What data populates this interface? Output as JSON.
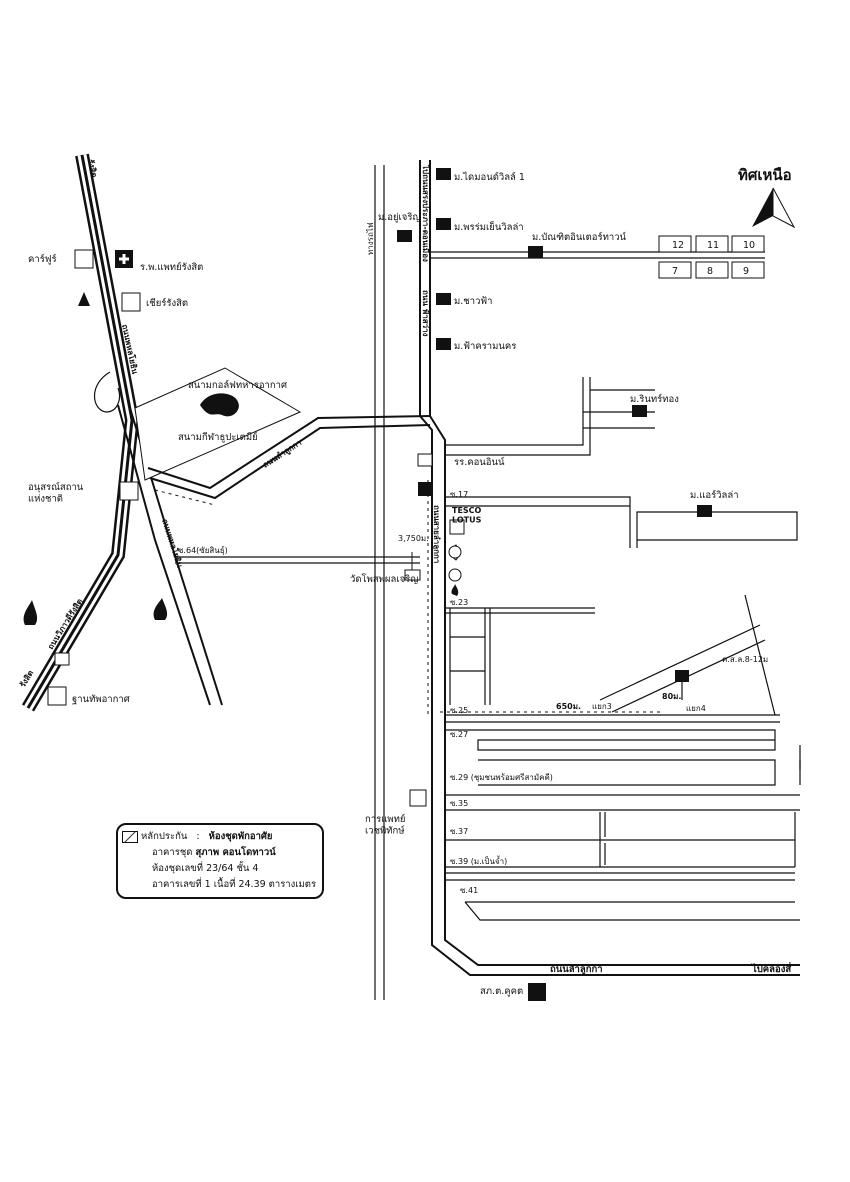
{
  "north": {
    "label": "ทิศเหนือ"
  },
  "lots": {
    "top_row": [
      "12",
      "11",
      "10"
    ],
    "bottom_row": [
      "7",
      "8",
      "9"
    ]
  },
  "places": {
    "pharmacy": "คาร์ฟูร์",
    "hospital": "ร.พ.แพทย์รังสิต",
    "future": "เชียร์รังสิต",
    "golf": "สนามกอล์ฟทหารอากาศ",
    "stadium": "สนามกีฬาธูปะเตมีย์",
    "monument": "อนุสรณ์สถาน\nแห่งชาติ",
    "airbase": "ฐานทัพอากาศ",
    "v1": "ม.ไดมอนด์วิลล์ 1",
    "v2": "ม.อยู่เจริญ",
    "v3": "ม.พรร่มเย็นวิลล่า",
    "v4": "ม.บัณฑิตอินเตอร์ทาวน์",
    "v5": "ม.ชาวฟ้า",
    "v6": "ม.ฟ้าครามนคร",
    "v7": "ม.รินทร์ทอง",
    "v8": "ม.แอร์วิลล่า",
    "school": "รร.คอนอินน์",
    "tesco": "TESCO\nLOTUS",
    "temple": "วัดโพสพผลเจริญ",
    "clinic": "การแพทย์\nเวชพิทักษ์",
    "police": "สภ.ต.คูคต",
    "km": "3,750ม.",
    "soi17": "ซ.17",
    "soi23": "ซ.23",
    "soi25": "ซ.25",
    "soi27": "ซ.27",
    "soi29": "ซ.29 (ชุมชนพร้อมศรีสามัคคี)",
    "soi35": "ซ.35",
    "soi37": "ซ.37",
    "soi39": "ซ.39 (ม.เป็นจ้ำ)",
    "soi41": "ซ.41",
    "soi64": "ซ.64(ซัยสินธุ์)",
    "dist650": "650ม.",
    "junction3": "แยก3",
    "junction4": "แยก4",
    "dist80": "80ม.",
    "building": "ค.ส.ล.8-12ม",
    "road_lamlukka": "ถนนลำลูกกา",
    "road_lamlukka2": "ถนนลำลูกกา",
    "road_phahon": "ถนนพหลโยธิน",
    "road_lower": "ถนนพหลโยธิน",
    "road_vibhavadi": "ถนนวิภาวดีรังสิต",
    "road_left_top": "รังสิต",
    "road_left_bottom": "รังสิต",
    "road_rail": "ทางรถไฟ",
    "road_to_klong": "ไปคลองสี่",
    "road_main_v": "ถนนสายลำลูกกา",
    "road_top_v": "ไปถนนสรงประภา-ดอนเมือง",
    "road_mid_v": "ถนน ฟ้าสว่าง"
  },
  "legend": {
    "collateral_label": "หลักประกัน",
    "collateral_sep": ":",
    "collateral_value": "ห้องชุดพักอาศัย",
    "building_label": "อาคารชุด",
    "building_value": "สุภาพ คอนโดทาวน์",
    "unit_line": "ห้องชุดเลขที่  23/64  ชั้น 4",
    "area_line": "อาคารเลขที่  1 เนื้อที่  24.39  ตารางเมตร"
  }
}
